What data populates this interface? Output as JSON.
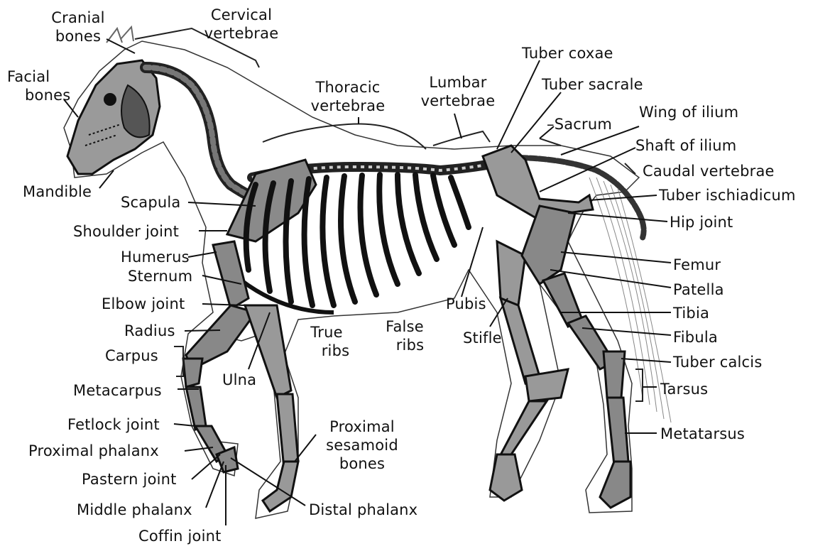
{
  "diagram": {
    "labels": {
      "cranial_bones": [
        "Cranial",
        "bones"
      ],
      "cervical_vertebrae": [
        "Cervical",
        "vertebrae"
      ],
      "facial_bones": [
        "Facial",
        "bones"
      ],
      "mandible": "Mandible",
      "thoracic_vertebrae": [
        "Thoracic",
        "vertebrae"
      ],
      "lumbar_vertebrae": [
        "Lumbar",
        "vertebrae"
      ],
      "tuber_coxae": "Tuber coxae",
      "tuber_sacrale": "Tuber sacrale",
      "sacrum": "Sacrum",
      "wing_of_ilium": "Wing of ilium",
      "shaft_of_ilium": "Shaft of ilium",
      "caudal_vertebrae": "Caudal vertebrae",
      "tuber_ischiadicum": "Tuber ischiadicum",
      "hip_joint": "Hip joint",
      "scapula": "Scapula",
      "shoulder_joint": "Shoulder joint",
      "humerus": "Humerus",
      "sternum": "Sternum",
      "elbow_joint": "Elbow joint",
      "radius": "Radius",
      "carpus": "Carpus",
      "metacarpus": "Metacarpus",
      "fetlock_joint": "Fetlock joint",
      "proximal_phalanx": "Proximal phalanx",
      "pastern_joint": "Pastern joint",
      "middle_phalanx": "Middle phalanx",
      "coffin_joint": "Coffin joint",
      "ulna": "Ulna",
      "true_ribs": [
        "True",
        "ribs"
      ],
      "false_ribs": [
        "False",
        "ribs"
      ],
      "pubis": "Pubis",
      "stifle": "Stifle",
      "proximal_sesamoid_bones": [
        "Proximal",
        "sesamoid",
        "bones"
      ],
      "distal_phalanx": "Distal phalanx",
      "femur": "Femur",
      "patella": "Patella",
      "tibia": "Tibia",
      "fibula": "Fibula",
      "tuber_calcis": "Tuber calcis",
      "tarsus": "Tarsus",
      "metatarsus": "Metatarsus"
    }
  }
}
